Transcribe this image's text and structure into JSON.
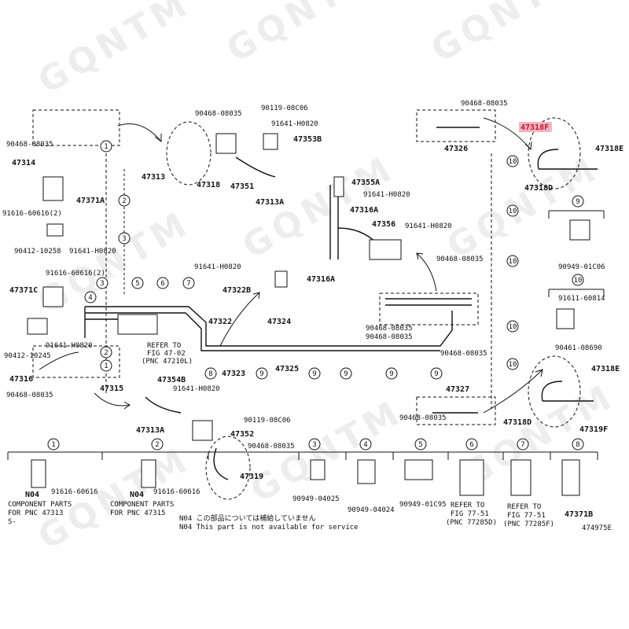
{
  "watermark": "GQNTM",
  "labels": {
    "l_90468_08035_top": "90468-08035",
    "l_90119_08C06_top": "90119-08C06",
    "l_91641_H0820_top": "91641-H0820",
    "l_47353B": "47353B",
    "l_47318_top": "47318",
    "l_47351": "47351",
    "l_47313A_top": "47313A",
    "l_90468_08035_left": "90468-08035",
    "l_47314": "47314",
    "l_47313": "47313",
    "l_47371A": "47371A",
    "l_91616_60616_2a": "91616-60616(2)",
    "l_90412_10258": "90412-10258",
    "l_91641_H0820_leftA": "91641-H0820",
    "l_91616_60616_2b": "91616-60616(2)",
    "l_47371C": "47371C",
    "l_91641_H0820_leftB": "91641-H0820",
    "l_90412_10245": "90412-10245",
    "l_47316_left": "47316",
    "l_47315": "47315",
    "l_90468_08035_left2": "90468-08035",
    "l_47354B": "47354B",
    "l_91641_H0820_bot": "91641-H0820",
    "l_47313A_bot": "47313A",
    "l_90119_08C06_bot": "90119-08C06",
    "l_47352": "47352",
    "l_90468_08035_bot": "90468-08035",
    "l_47319": "47319",
    "l_91641_H0820_mid": "91641-H0820",
    "l_47322B": "47322B",
    "l_47322": "47322",
    "l_47324": "47324",
    "l_refer1": "REFER TO",
    "l_refer2": "FIG 47-02",
    "l_refer3": "(PNC 47210L)",
    "l_47323": "47323",
    "l_47325": "47325",
    "l_47355A": "47355A",
    "l_91641_H0820_c1": "91641-H0820",
    "l_47316A_top": "47316A",
    "l_47356": "47356",
    "l_91641_H0820_c2": "91641-H0820",
    "l_47316A_bot": "47316A",
    "l_90468_08035_c1": "90468-08035",
    "l_90468_08035_c2": "90468-08035",
    "l_90468_08035_c3": "90468-08035",
    "l_90468_08035_c4": "90468-08035",
    "l_90468_08035_r1": "90468-08035",
    "l_47318F": "47318F",
    "l_47326": "47326",
    "l_47318E_top": "47318E",
    "l_47318D_top": "47318D",
    "l_90949_01C06": "90949-01C06",
    "l_91611_60814": "91611-60814",
    "l_90461_08690": "90461-08690",
    "l_47318E_bot": "47318E",
    "l_47327": "47327",
    "l_90468_08035_r2": "90468-08035",
    "l_47318D_bot": "47318D",
    "l_47319F": "47319F",
    "b1_n04": "N04",
    "b1_bolt": "91616-60616",
    "b1_cp1": "COMPONENT PARTS",
    "b1_cp2": "FOR PNC 47313",
    "b1_s": "S-",
    "b2_n04": "N04",
    "b2_bolt": "91616-60616",
    "b2_cp1": "COMPONENT PARTS",
    "b2_cp2": "FOR PNC 47315",
    "b3_part": "90949-04025",
    "b4_part": "90949-04024",
    "b5_part": "90949-01C95",
    "b6_r1": "REFER TO",
    "b6_r2": "FIG 77-51",
    "b6_r3": "(PNC 77285D)",
    "b7_r1": "REFER TO",
    "b7_r2": "FIG 77-51",
    "b7_r3": "(PNC 77285F)",
    "b8_part": "47371B",
    "note_jp": "N04 この部品については補給していません",
    "note_en": "N04 This part is not available for service",
    "fig_id": "474975E",
    "callouts": {
      "c1": "1",
      "c2": "2",
      "c3": "3",
      "c4": "4",
      "c5": "5",
      "c6": "6",
      "c7": "7",
      "c8": "8",
      "c9": "9",
      "c10": "10"
    }
  }
}
